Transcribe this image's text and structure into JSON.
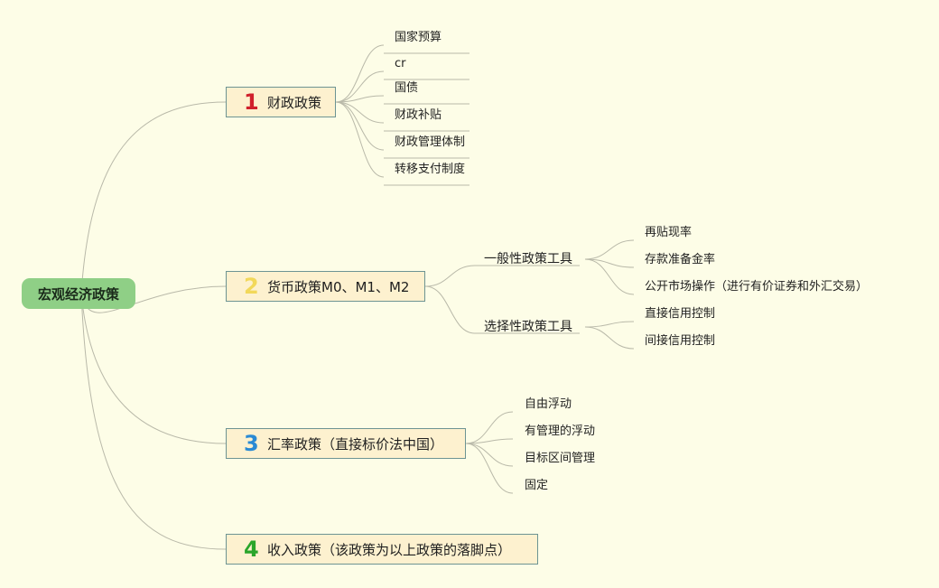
{
  "root": {
    "label": "宏观经济政策"
  },
  "colors": {
    "background": "#fdfde7",
    "root_fill": "#8fcf86",
    "branch_fill": "#fdf1cf",
    "branch_border": "#6d9493",
    "edge": "#b9b9a9",
    "num1": "#d0202c",
    "num2": "#f2d85a",
    "num3": "#2a8ad4",
    "num4": "#2aa52a"
  },
  "branches": [
    {
      "number": "1",
      "label": "财政政策",
      "children": [
        "国家预算",
        "cr",
        "国债",
        "财政补贴",
        "财政管理体制",
        "转移支付制度"
      ]
    },
    {
      "number": "2",
      "label": "货币政策M0、M1、M2",
      "subgroups": [
        {
          "label": "一般性政策工具",
          "children": [
            "再贴现率",
            "存款准备金率",
            "公开市场操作（进行有价证券和外汇交易）"
          ]
        },
        {
          "label": "选择性政策工具",
          "children": [
            "直接信用控制",
            "间接信用控制"
          ]
        }
      ]
    },
    {
      "number": "3",
      "label": "汇率政策（直接标价法中国）",
      "children": [
        "自由浮动",
        "有管理的浮动",
        "目标区间管理",
        "固定"
      ]
    },
    {
      "number": "4",
      "label": "收入政策（该政策为以上政策的落脚点）"
    }
  ]
}
